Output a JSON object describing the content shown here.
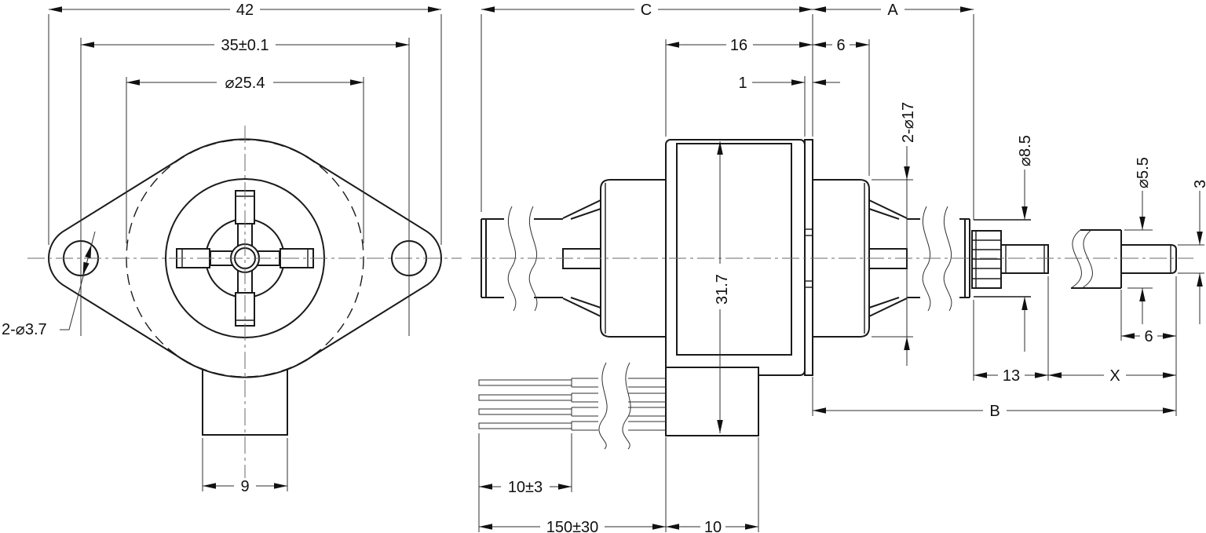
{
  "drawing": {
    "front_view": {
      "overall_width": "42",
      "hole_spacing": "35±0.1",
      "pilot_diameter": "⌀25.4",
      "mounting_holes": "2-⌀3.7",
      "connector_width": "9"
    },
    "side_view": {
      "dim_c": "C",
      "dim_a": "A",
      "body_length": "16",
      "boss_length": "6",
      "plate_thickness": "1",
      "boss_diameter": "2-⌀17",
      "body_height": "31.7",
      "shaft_diameter": "⌀8.5",
      "pinion_length": "13",
      "dim_x": "X",
      "dim_b": "B",
      "tip_diameter": "⌀5.5",
      "thread_diameter": "3",
      "thread_length": "6",
      "strip_length": "10±3",
      "lead_length": "150±30",
      "connector_length": "10"
    }
  }
}
